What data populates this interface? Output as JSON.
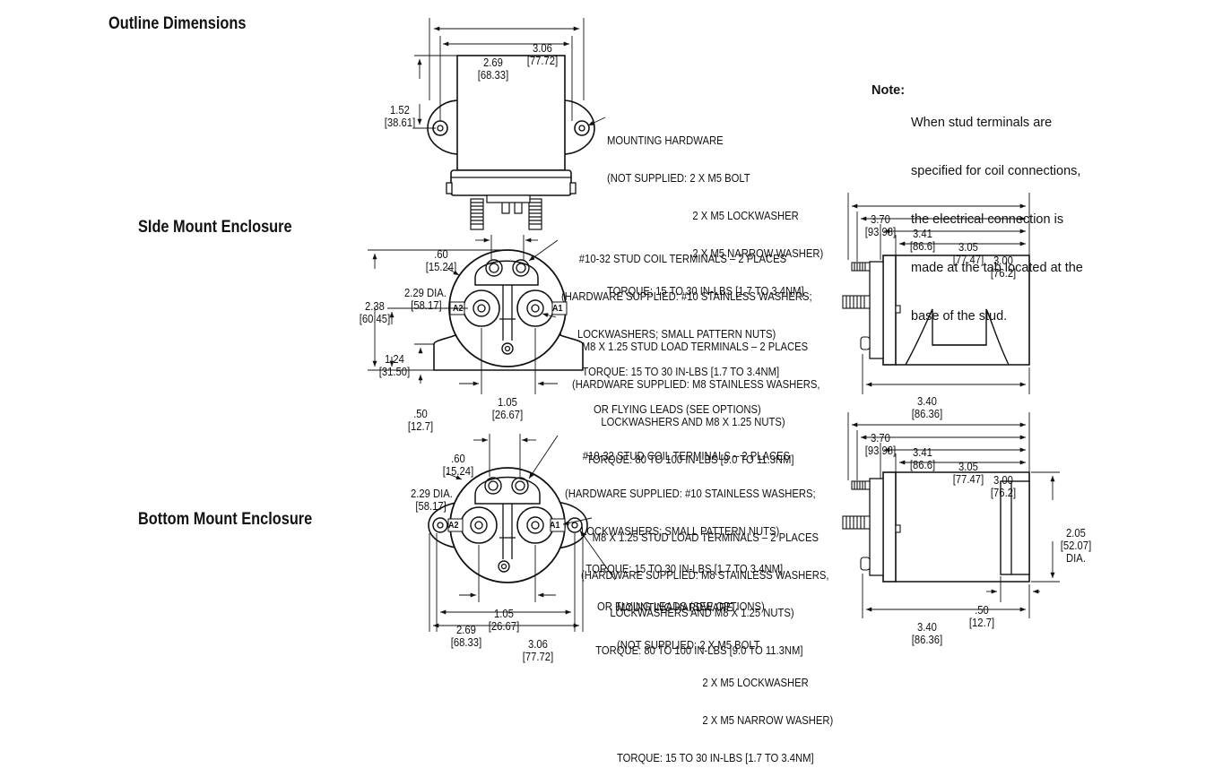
{
  "headings": {
    "outline": "Outline Dimensions",
    "side_mount": "SIde Mount Enclosure",
    "bottom_mount": "Bottom Mount Enclosure"
  },
  "note": {
    "label": "Note:",
    "lines": [
      "When stud terminals are",
      "specified for coil connections,",
      "the electrical connection is",
      "made at the tab located at the",
      "base of the stud."
    ]
  },
  "top_view": {
    "dim_overall": [
      "3.06",
      "[77.72]"
    ],
    "dim_inner": [
      "2.69",
      "[68.33]"
    ],
    "dim_height": [
      "1.52",
      "[38.61]"
    ],
    "mounting_hardware": [
      "MOUNTING HARDWARE",
      "(NOT SUPPLIED: 2 X M5 BOLT",
      "2 X M5 LOCKWASHER",
      "2 X M5 NARROW WASHER)",
      "TORQUE: 15 TO 30 IN-LBS [1.7 TO 3.4NM]"
    ]
  },
  "side_front": {
    "dim_coil_spacing": [
      ".60",
      "[15.24]"
    ],
    "dim_dia": [
      "2.29 DIA.",
      "[58.17]"
    ],
    "dim_height": [
      "2.38",
      "[60.45]"
    ],
    "dim_center": [
      "1.24",
      "[31.50]"
    ],
    "dim_base": [
      ".50",
      "[12.7]"
    ],
    "dim_load_spacing": [
      "1.05",
      "[26.67]"
    ],
    "coil_terminals": [
      "#10-32 STUD COIL TERMINALS – 2 PLACES",
      "(HARDWARE SUPPLIED: #10 STAINLESS WASHERS;",
      "LOCKWASHERS; SMALL PATTERN NUTS)",
      "TORQUE: 15 TO 30 IN-LBS [1.7 TO 3.4NM]",
      "OR FLYING LEADS (SEE OPTIONS)"
    ],
    "load_terminals": [
      "M8 X 1.25 STUD LOAD TERMINALS – 2 PLACES",
      "(HARDWARE SUPPLIED: M8 STAINLESS WASHERS,",
      "LOCKWASHERS AND M8 X 1.25 NUTS)",
      "TORQUE: 80 TO 100 IN-LBS [9.0 TO 11.3NM]"
    ],
    "terminal_a1": "A1",
    "terminal_a2": "A2"
  },
  "side_profile": {
    "d370": [
      "3.70",
      "[93.98]"
    ],
    "d341": [
      "3.41",
      "[86.6]"
    ],
    "d305": [
      "3.05",
      "[77.47]"
    ],
    "d300": [
      "3.00",
      "[76.2]"
    ],
    "d340": [
      "3.40",
      "[86.36]"
    ]
  },
  "bottom_front": {
    "dim_coil_spacing": [
      ".60",
      "[15.24]"
    ],
    "dim_dia": [
      "2.29 DIA.",
      "[58.17]"
    ],
    "dim_load_spacing": [
      "1.05",
      "[26.67]"
    ],
    "dim_inner": [
      "2.69",
      "[68.33]"
    ],
    "dim_overall": [
      "3.06",
      "[77.72]"
    ],
    "coil_terminals": [
      "#10-32 STUD COIL TERMINALS – 2 PLACES",
      "(HARDWARE SUPPLIED: #10 STAINLESS WASHERS;",
      "LOCKWASHERS; SMALL PATTERN NUTS)",
      "TORQUE: 15 TO 30 IN-LBS [1.7 TO 3.4NM]",
      "OR FLYING LEADS (SEE OPTIONS)"
    ],
    "load_terminals": [
      "M8 X 1.25 STUD LOAD TERMINALS – 2 PLACES",
      "(HARDWARE SUPPLIED: M8 STAINLESS WASHERS,",
      "LOCKWASHERS AND M8 X 1.25 NUTS)",
      "TORQUE: 80 TO 100 IN-LBS [9.0 TO 11.3NM]"
    ],
    "mounting_hardware": [
      "MOUNTING HARDWARE",
      "(NOT SUPPLIED: 2 X M5 BOLT",
      "2 X M5 LOCKWASHER",
      "2 X M5 NARROW WASHER)",
      "TORQUE: 15 TO 30 IN-LBS [1.7 TO 3.4NM]"
    ],
    "terminal_a1": "A1",
    "terminal_a2": "A2"
  },
  "bottom_profile": {
    "d370": [
      "3.70",
      "[93.98]"
    ],
    "d341": [
      "3.41",
      "[86.6]"
    ],
    "d305": [
      "3.05",
      "[77.47]"
    ],
    "d300": [
      "3.00",
      "[76.2]"
    ],
    "d340": [
      "3.40",
      "[86.36]"
    ],
    "d050": [
      ".50",
      "[12.7]"
    ],
    "d205": [
      "2.05",
      "[52.07]",
      "DIA."
    ]
  }
}
